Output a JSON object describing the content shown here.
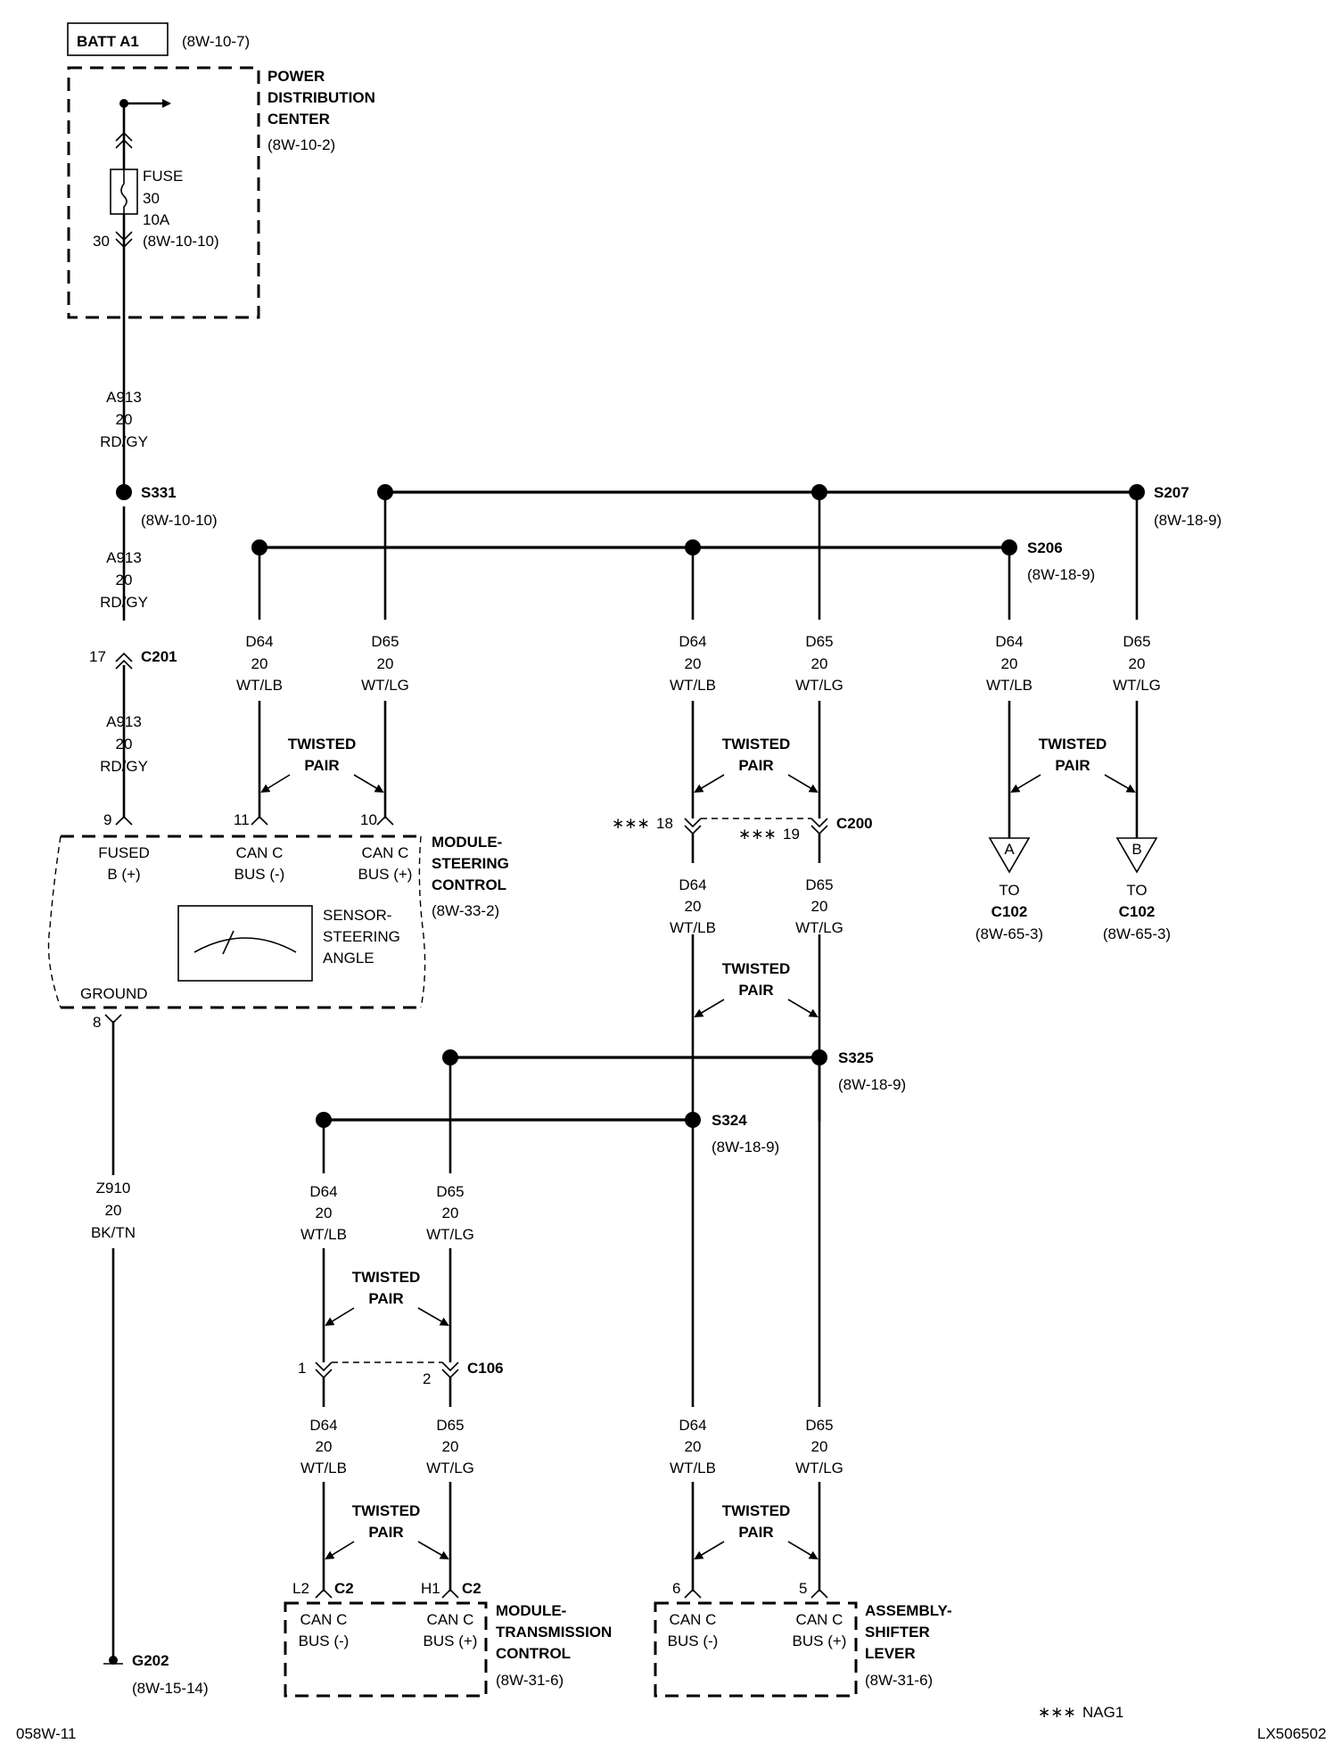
{
  "battery": {
    "label": "BATT A1",
    "ref": "(8W-10-7)"
  },
  "pdc": {
    "line1": "POWER",
    "line2": "DISTRIBUTION",
    "line3": "CENTER",
    "ref": "(8W-10-2)"
  },
  "fuse": {
    "l1": "FUSE",
    "l2": "30",
    "l3": "10A",
    "l4": "(8W-10-10)",
    "pin": "30"
  },
  "wire_a913": {
    "circuit": "A913",
    "gauge": "20",
    "color": "RD/GY"
  },
  "s331": {
    "name": "S331",
    "ref": "(8W-10-10)"
  },
  "c201": {
    "name": "C201",
    "pin": "17"
  },
  "s207": {
    "name": "S207",
    "ref": "(8W-18-9)"
  },
  "s206": {
    "name": "S206",
    "ref": "(8W-18-9)"
  },
  "d64": {
    "circuit": "D64",
    "gauge": "20",
    "color": "WT/LB"
  },
  "d65": {
    "circuit": "D65",
    "gauge": "20",
    "color": "WT/LG"
  },
  "twisted": {
    "l1": "TWISTED",
    "l2": "PAIR"
  },
  "msc": {
    "l1": "MODULE-",
    "l2": "STEERING",
    "l3": "CONTROL",
    "ref": "(8W-33-2)",
    "pin9": "9",
    "pin11": "11",
    "pin10": "10",
    "pin8": "8",
    "fused1": "FUSED",
    "fused2": "B (+)",
    "canm1": "CAN C",
    "canm2": "BUS (-)",
    "canp1": "CAN C",
    "canp2": "BUS (+)",
    "sensor1": "SENSOR-",
    "sensor2": "STEERING",
    "sensor3": "ANGLE",
    "ground": "GROUND"
  },
  "c200": {
    "name": "C200",
    "pin18": "18",
    "pin19": "19",
    "mark": "∗∗∗"
  },
  "to_c102": {
    "a": "A",
    "b": "B",
    "to": "TO",
    "name": "C102",
    "ref": "(8W-65-3)"
  },
  "s325": {
    "name": "S325",
    "ref": "(8W-18-9)"
  },
  "s324": {
    "name": "S324",
    "ref": "(8W-18-9)"
  },
  "wire_z910": {
    "circuit": "Z910",
    "gauge": "20",
    "color": "BK/TN"
  },
  "c106": {
    "name": "C106",
    "pin1": "1",
    "pin2": "2"
  },
  "tcm": {
    "l1": "MODULE-",
    "l2": "TRANSMISSION",
    "l3": "CONTROL",
    "ref": "(8W-31-6)",
    "pinL": "L2",
    "pinH": "H1",
    "conn": "C2",
    "canm1": "CAN C",
    "canm2": "BUS (-)",
    "canp1": "CAN C",
    "canp2": "BUS (+)"
  },
  "shifter": {
    "l1": "ASSEMBLY-",
    "l2": "SHIFTER",
    "l3": "LEVER",
    "ref": "(8W-31-6)",
    "pin6": "6",
    "pin5": "5",
    "canm1": "CAN C",
    "canm2": "BUS (-)",
    "canp1": "CAN C",
    "canp2": "BUS (+)"
  },
  "g202": {
    "name": "G202",
    "ref": "(8W-15-14)"
  },
  "footnote": {
    "mark": "∗∗∗",
    "text": "NAG1"
  },
  "page_code": "058W-11",
  "figure_id": "LX506502"
}
